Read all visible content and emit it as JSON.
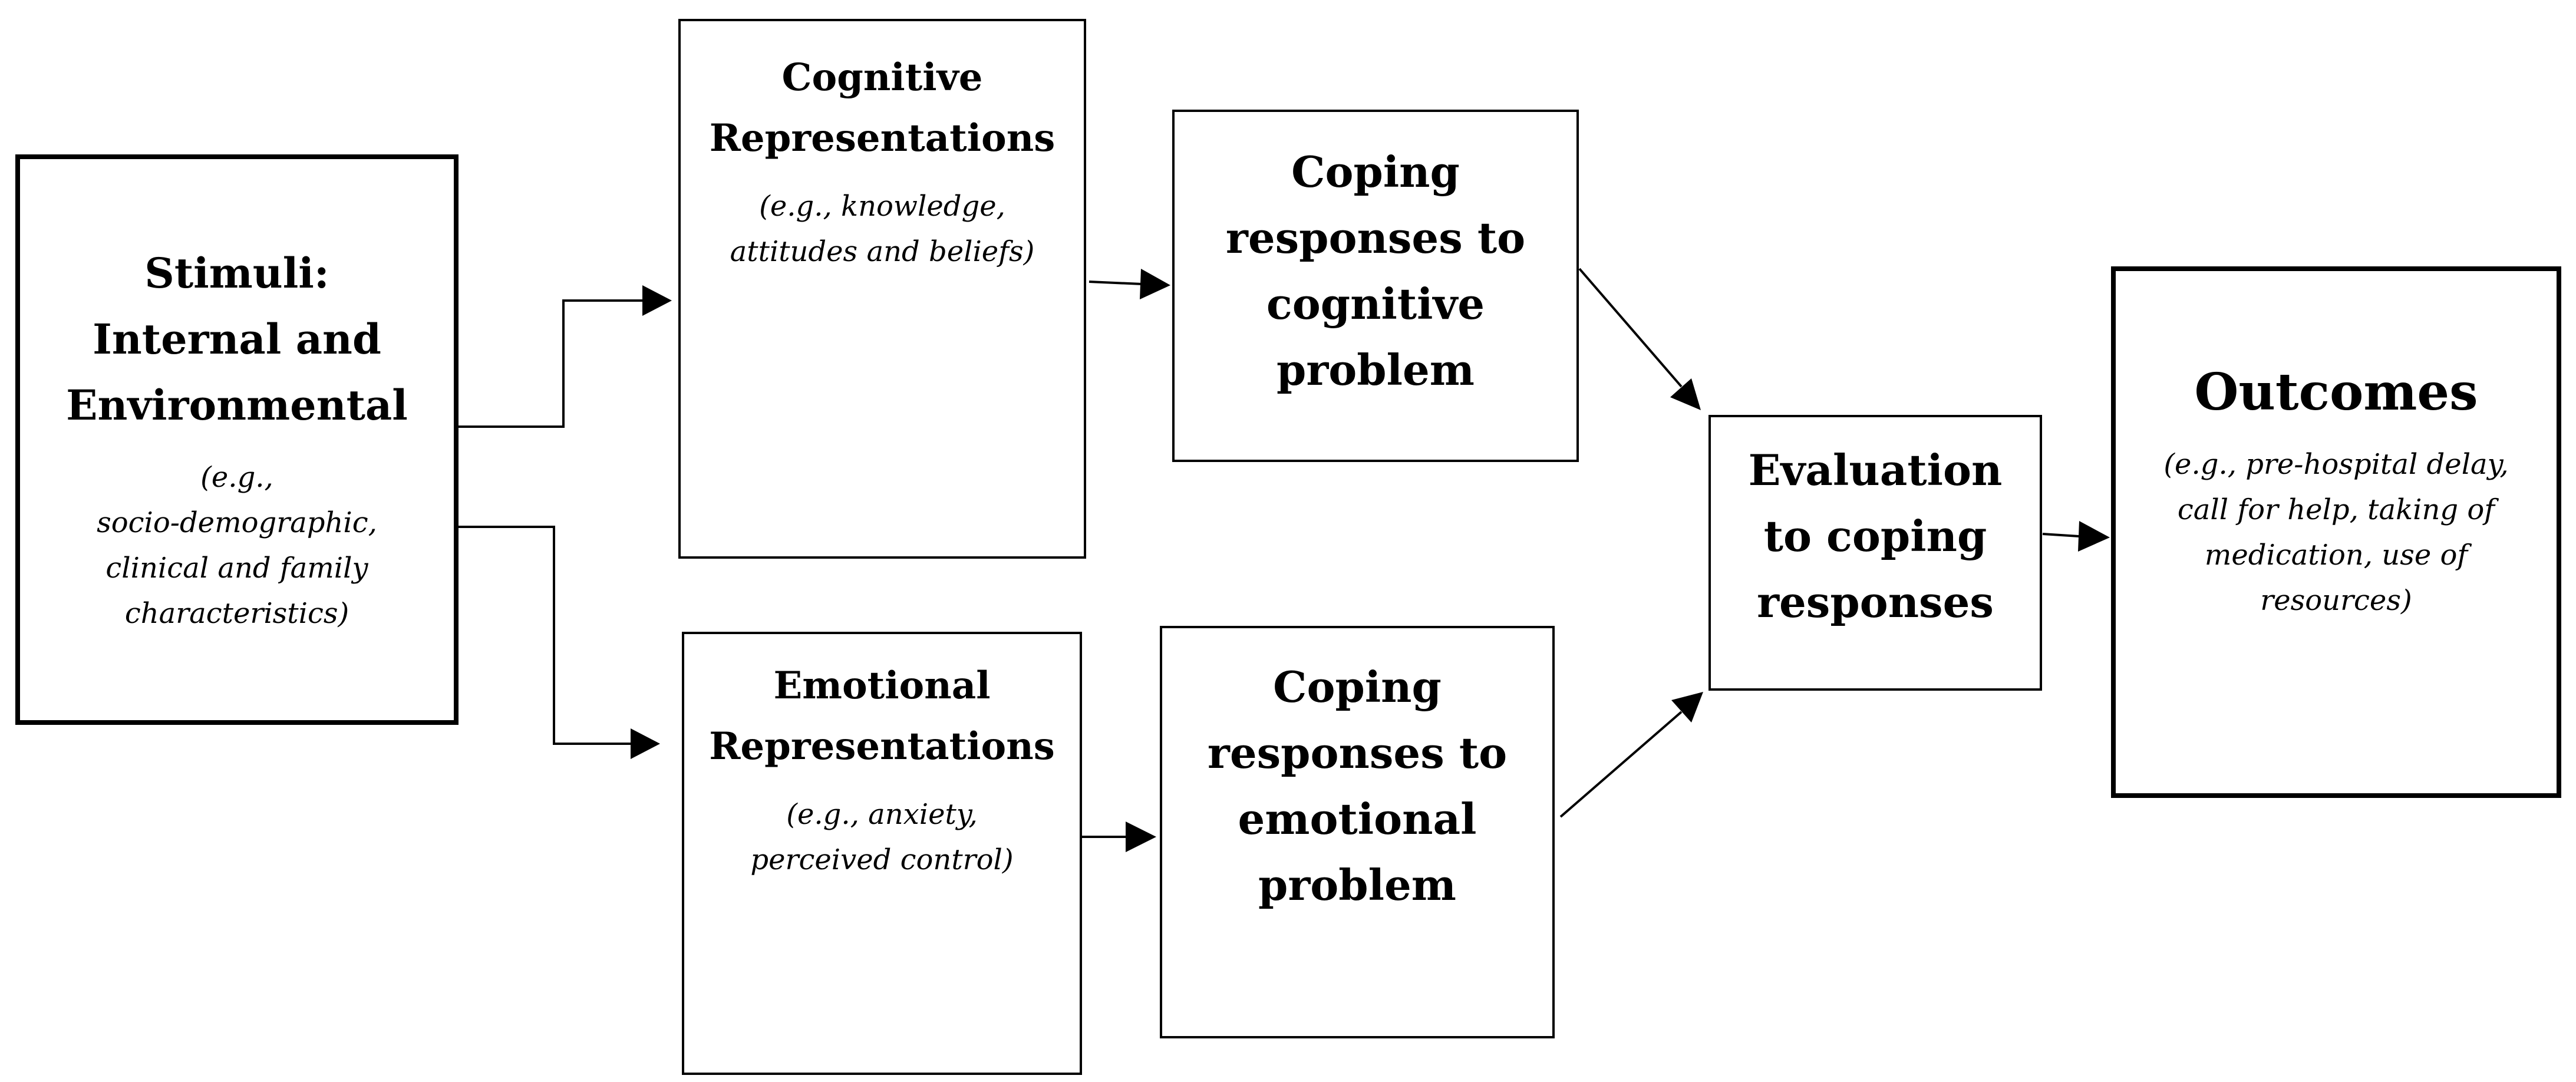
{
  "nodes": {
    "stimuli": {
      "title": "Stimuli:\nInternal and\nEnvironmental",
      "note": "(e.g.,\nsocio-demographic,\nclinical and family\ncharacteristics)"
    },
    "cognitive_representations": {
      "title": "Cognitive\nRepresentations",
      "note": "(e.g., knowledge,\nattitudes and beliefs)"
    },
    "emotional_representations": {
      "title": "Emotional\nRepresentations",
      "note": "(e.g., anxiety,\nperceived control)"
    },
    "coping_cognitive": {
      "title": "Coping\nresponses to\ncognitive\nproblem"
    },
    "coping_emotional": {
      "title": "Coping\nresponses to\nemotional\nproblem"
    },
    "evaluation": {
      "title": "Evaluation\nto coping\nresponses"
    },
    "outcomes": {
      "title": "Outcomes",
      "note": "(e.g., pre-hospital delay,\ncall for help, taking of\nmedication, use of\nresources)"
    }
  },
  "edges": [
    {
      "from": "stimuli",
      "to": "cognitive_representations"
    },
    {
      "from": "stimuli",
      "to": "emotional_representations"
    },
    {
      "from": "cognitive_representations",
      "to": "coping_cognitive"
    },
    {
      "from": "emotional_representations",
      "to": "coping_emotional"
    },
    {
      "from": "coping_cognitive",
      "to": "evaluation"
    },
    {
      "from": "coping_emotional",
      "to": "evaluation"
    },
    {
      "from": "evaluation",
      "to": "outcomes"
    }
  ],
  "colors": {
    "stroke": "#000000",
    "background": "#ffffff"
  }
}
